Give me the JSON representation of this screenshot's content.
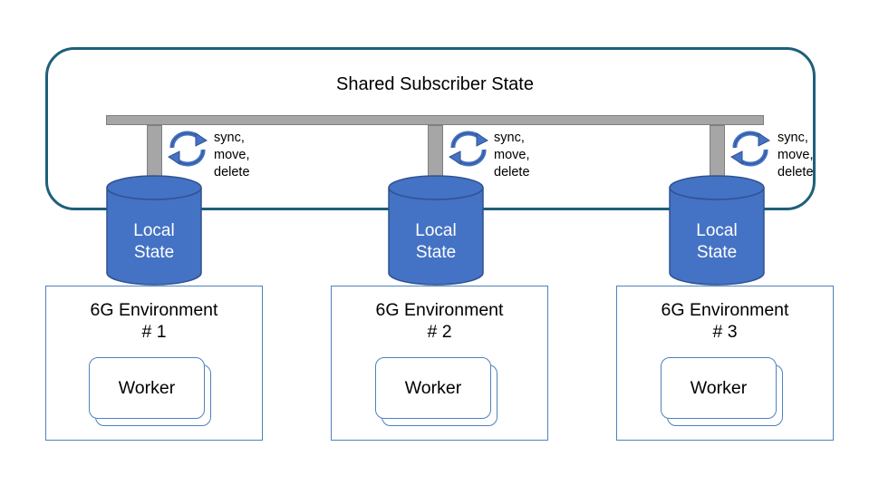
{
  "shared": {
    "title": "Shared Subscriber State"
  },
  "sync_label": [
    "sync,",
    "move,",
    "delete"
  ],
  "local_state": [
    "Local",
    "State"
  ],
  "environments": [
    {
      "title": "6G Environment",
      "number": "# 1",
      "worker": "Worker"
    },
    {
      "title": "6G Environment",
      "number": "# 2",
      "worker": "Worker"
    },
    {
      "title": "6G Environment",
      "number": "# 3",
      "worker": "Worker"
    }
  ],
  "colors": {
    "outline": "#1f5f7a",
    "cylinder": "#4472c4",
    "bus": "#a6a6a6",
    "env_border": "#4f81bd"
  }
}
